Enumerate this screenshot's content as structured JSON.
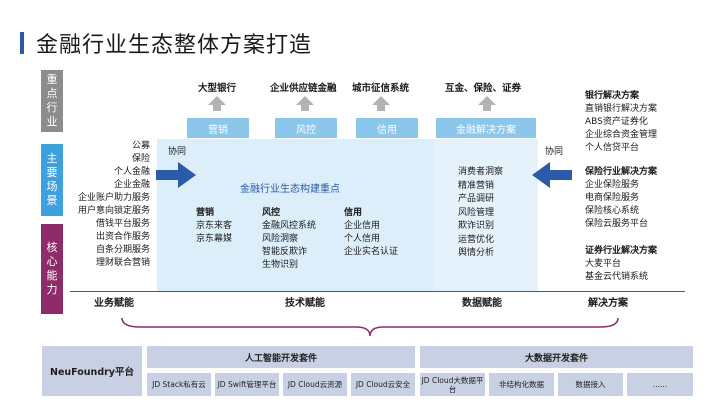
{
  "title": "金融行业生态整体方案打造",
  "side_labels": {
    "key_industries": "重点行业",
    "main_scenarios": "主要场景",
    "core_capabilities": "核心能力"
  },
  "top_industries": [
    {
      "label": "大型银行",
      "box": "营销"
    },
    {
      "label": "企业供应链金融",
      "box": "风控"
    },
    {
      "label": "城市征信系统",
      "box": "信用"
    },
    {
      "label": "互金、保险、证券",
      "box": "金融解决方案"
    }
  ],
  "left_scenarios": [
    "公募",
    "保险",
    "个人金融",
    "企业金融",
    "企业账户助力服务",
    "用户意向锁定服务",
    "借钱平台服务",
    "出资合作服务",
    "自条分期服务",
    "理财联合营销"
  ],
  "collab_left": "协同",
  "collab_right": "协同",
  "center_title": "金融行业生态构建重点",
  "center_columns": [
    {
      "head": "营销",
      "items": [
        "京东来客",
        "京东幕媒"
      ]
    },
    {
      "head": "风控",
      "items": [
        "金融风控系统",
        "风险洞察",
        "智能反欺诈",
        "生物识别"
      ]
    },
    {
      "head": "信用",
      "items": [
        "企业信用",
        "个人信用",
        "企业实名认证"
      ]
    }
  ],
  "data_capabilities": [
    "消费者洞察",
    "精准营销",
    "产品调研",
    "风险管理",
    "欺诈识别",
    "运营优化",
    "舆情分析"
  ],
  "solutions": [
    {
      "head": "银行解决方案",
      "items": [
        "直销银行解决方案",
        "ABS资产证券化",
        "企业综合资金管理",
        "个人信贷平台"
      ]
    },
    {
      "head": "保险行业解决方案",
      "items": [
        "企业保险服务",
        "电商保险服务",
        "保险核心系统",
        "保险云服务平台"
      ]
    },
    {
      "head": "证券行业解决方案",
      "items": [
        "大麦平台",
        "基金云代销系统"
      ]
    }
  ],
  "bottom_axis": [
    "业务赋能",
    "技术赋能",
    "数据赋能",
    "解决方案"
  ],
  "platform": {
    "name": "NeuFoundry平台",
    "ai_suite": "人工智能开发套件",
    "bigdata_suite": "大数据开发套件",
    "ai_items": [
      "JD Stack私有云",
      "JD Swift管理平台",
      "JD Cloud云资源",
      "JD Cloud云安全"
    ],
    "bigdata_items": [
      "JD Cloud大数据平台",
      "非结构化数据",
      "数据接入",
      "......"
    ]
  },
  "colors": {
    "accent_blue": "#2a5aa8",
    "side_gray": "#8c8c8c",
    "side_blue": "#3fa0de",
    "side_purple": "#8e2c69",
    "topbox": "#8cc6ea",
    "panel": "#dceefa",
    "platform": "#c8d0e3"
  }
}
